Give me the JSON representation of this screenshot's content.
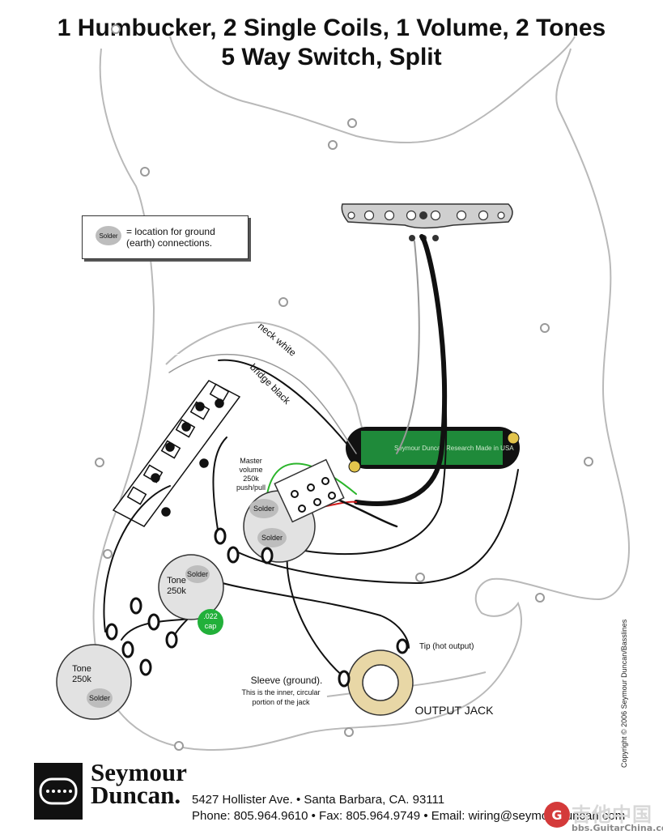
{
  "title": {
    "line1": "1 Humbucker, 2 Single Coils, 1 Volume, 2 Tones",
    "line2": "5 Way Switch, Split"
  },
  "legend": {
    "solder_label": "Solder",
    "text_line1": "= location for ground",
    "text_line2": "(earth) connections."
  },
  "wire_labels": {
    "neck_white": "neck white",
    "bridge_black": "bridge black"
  },
  "volume_pot": {
    "label_line1": "Master",
    "label_line2": "volume",
    "label_line3": "250k",
    "label_line4": "push/pull",
    "solder1": "Solder",
    "solder2": "Solder"
  },
  "tone_pot_1": {
    "label_line1": "Tone",
    "label_line2": "250k",
    "solder": "Solder"
  },
  "tone_pot_2": {
    "label_line1": "Tone",
    "label_line2": "250k",
    "solder": "Solder"
  },
  "capacitor": {
    "line1": ".022",
    "line2": "cap"
  },
  "humbucker": {
    "text": "Seymour Duncan Research  Made in USA"
  },
  "jack": {
    "tip_label": "Tip (hot output)",
    "sleeve_line1": "Sleeve (ground).",
    "sleeve_line2": "This is the inner, circular",
    "sleeve_line3": "portion of the jack",
    "title": "OUTPUT JACK"
  },
  "copyright": "Copyright © 2006 Seymour Duncan/Basslines",
  "footer": {
    "brand_line1": "Seymour",
    "brand_line2": "Duncan.",
    "address": "5427 Hollister Ave. • Santa Barbara, CA. 93111",
    "phone": "Phone: 805.964.9610 • Fax: 805.964.9749 • Email: wiring@seymourduncan.com"
  },
  "watermark": {
    "main": "吉他中国",
    "sub": "bbs.GuitarChina.com"
  },
  "colors": {
    "pcb_green": "#1f8a3a",
    "cap_green": "#22b03a",
    "wire_red": "#d11a1a",
    "wire_green": "#2bb52b",
    "jack_ring": "#e8d7a6",
    "outline_gray": "#b9b9b9"
  }
}
